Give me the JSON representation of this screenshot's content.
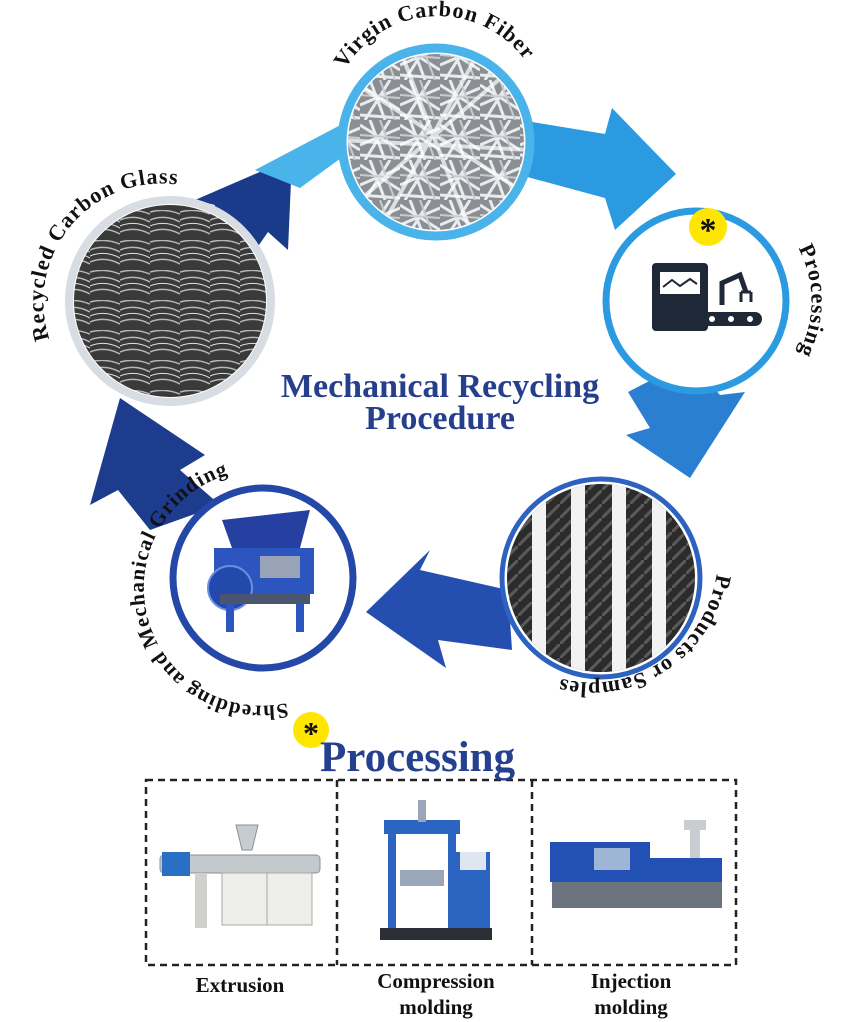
{
  "diagram": {
    "center_title_line1": "Mechanical Recycling",
    "center_title_line2": "Procedure",
    "nodes": {
      "virgin": "Virgin Carbon Fiber",
      "processing": "Processing",
      "products": "Products or Samples",
      "shredding": "Shredding and Mechanical Grinding",
      "recycled": "Recycled Carbon Glass"
    },
    "marker": "*"
  },
  "processing_section": {
    "title": "Processing",
    "marker": "*",
    "methods": [
      {
        "line1": "Extrusion",
        "line2": ""
      },
      {
        "line1": "Compression",
        "line2": "molding"
      },
      {
        "line1": "Injection",
        "line2": "molding"
      }
    ]
  },
  "colors": {
    "light_blue": "#49b3ea",
    "mid_blue": "#1f8fd6",
    "blue": "#2f69c1",
    "dark_blue": "#1d3f92",
    "navy": "#173273",
    "title": "#253f8c",
    "marker": "#ffe600"
  }
}
